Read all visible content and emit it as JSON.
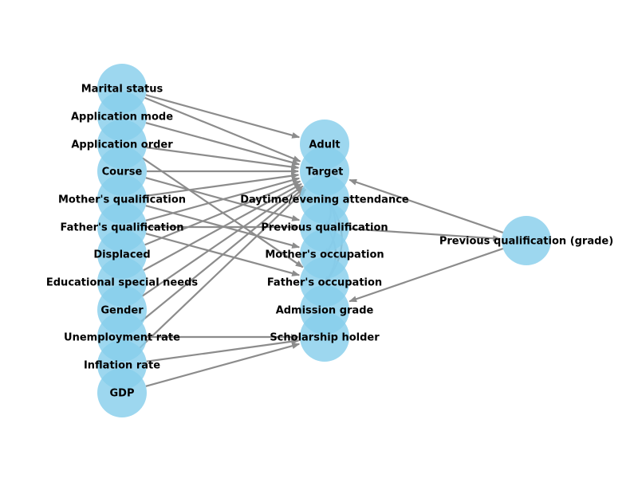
{
  "graph": {
    "node_color": "#87CEEB",
    "edge_color": "#8c8c8c",
    "nodes": {
      "marital": "Marital status",
      "app_mode": "Application mode",
      "app_order": "Application order",
      "course": "Course",
      "mother_qual": "Mother's qualification",
      "father_qual": "Father's qualification",
      "displaced": "Displaced",
      "edu_needs": "Educational special needs",
      "gender": "Gender",
      "unemployment": "Unemployment rate",
      "inflation": "Inflation rate",
      "gdp": "GDP",
      "adult": "Adult",
      "target": "Target",
      "daytime": "Daytime/evening attendance",
      "prev_qual": "Previous qualification",
      "mother_occ": "Mother's occupation",
      "father_occ": "Father's occupation",
      "admission": "Admission grade",
      "scholarship": "Scholarship holder",
      "prev_grade": "Previous qualification (grade)"
    }
  }
}
